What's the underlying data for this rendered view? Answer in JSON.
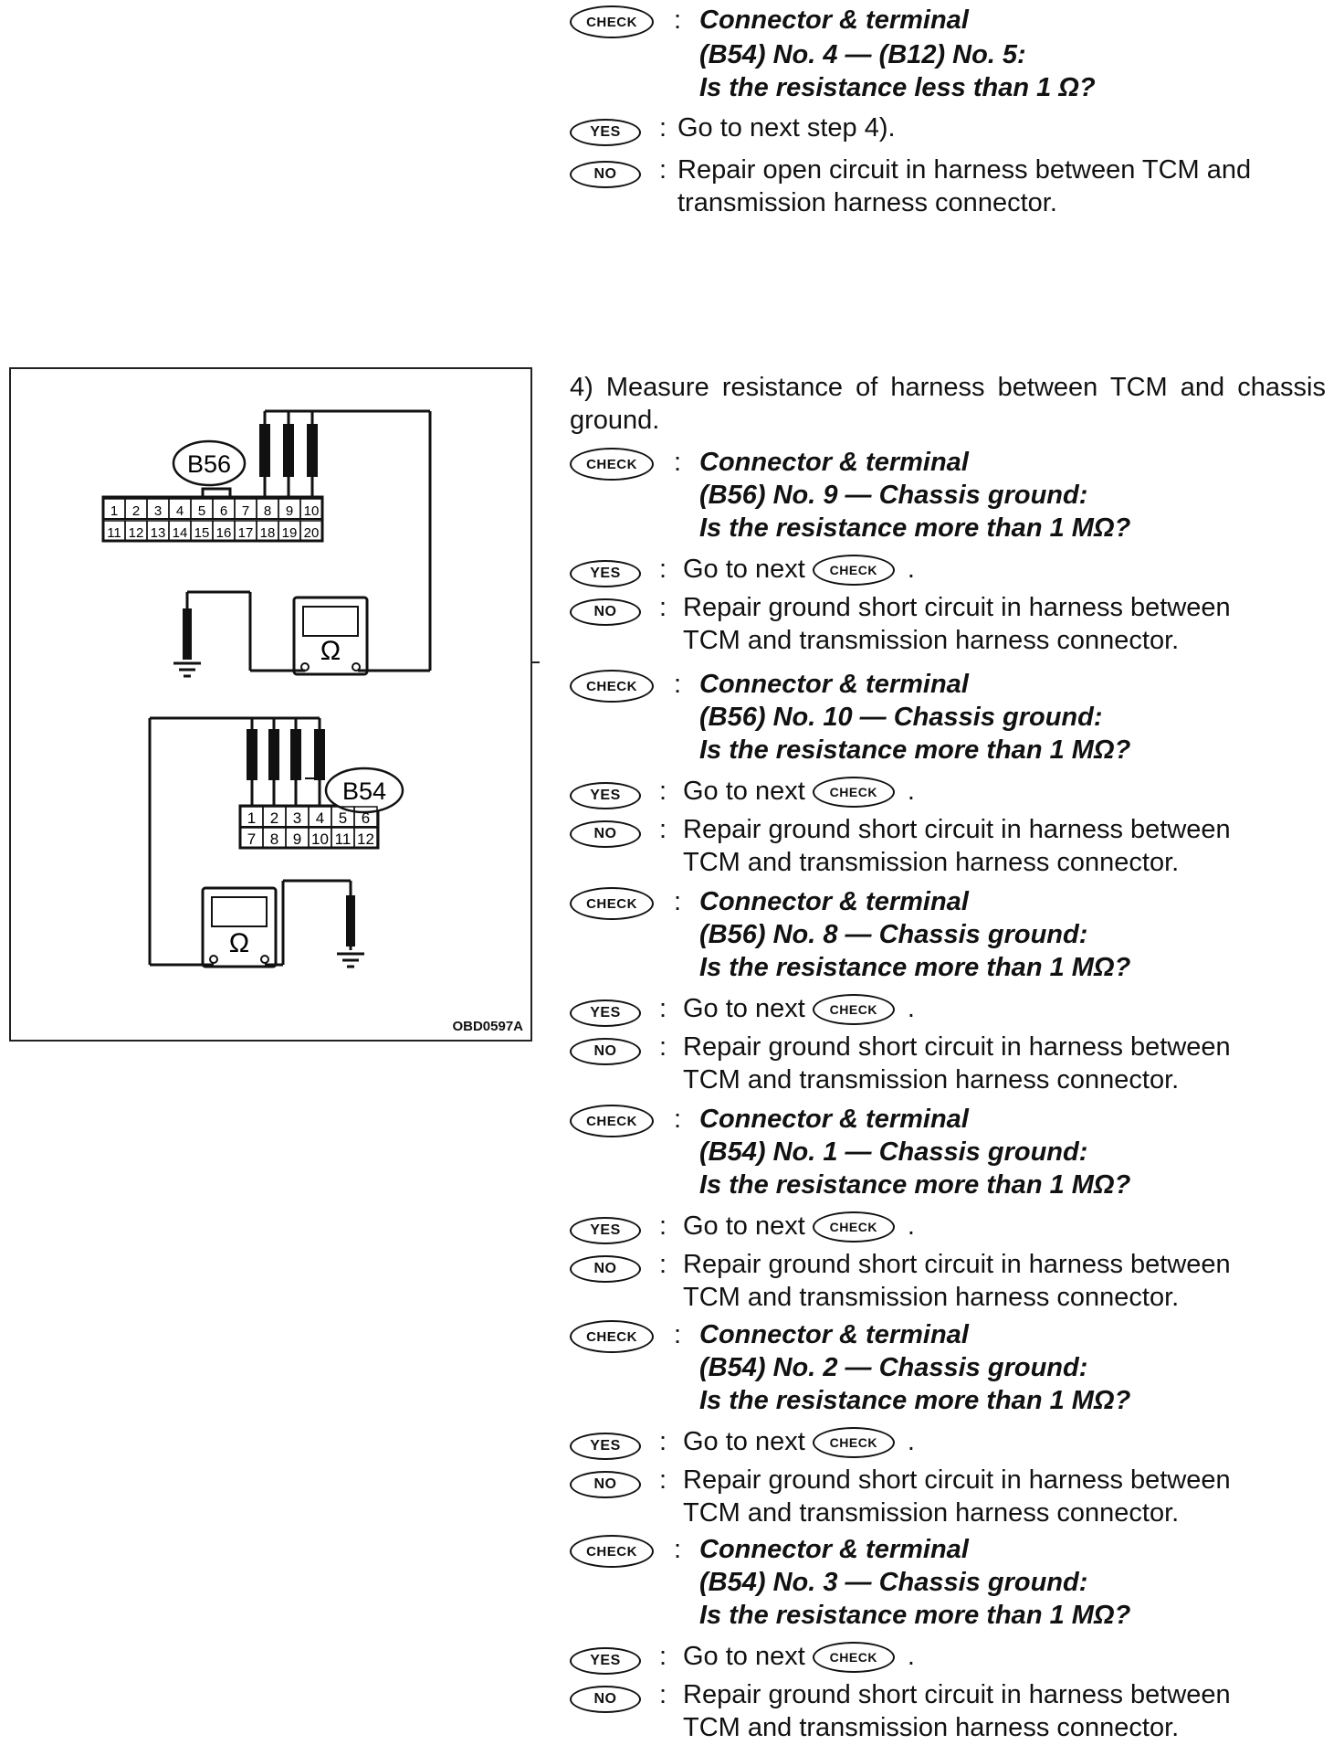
{
  "badges": {
    "check": "CHECK",
    "yes": "YES",
    "no": "NO"
  },
  "colon": ":",
  "top": {
    "check_lines": [
      "Connector & terminal",
      "(B54) No. 4 — (B12) No. 5:",
      "Is the resistance less than 1 Ω?"
    ],
    "yes_text": "Go to next step 4).",
    "no_lines": [
      "Repair open circuit in harness between TCM and",
      "transmission harness connector."
    ]
  },
  "step4": {
    "intro": "4) Measure resistance of harness between TCM and chassis ground.",
    "checks": [
      {
        "lines": [
          "Connector & terminal",
          "(B56) No. 9 — Chassis ground:",
          "Is the resistance more than 1 MΩ?"
        ],
        "yes": "Go to next",
        "no": [
          "Repair ground short circuit in harness between",
          "TCM and transmission harness connector."
        ]
      },
      {
        "lines": [
          "Connector & terminal",
          "(B56) No. 10 — Chassis ground:",
          "Is the resistance more than 1 MΩ?"
        ],
        "yes": "Go to next",
        "no": [
          "Repair ground short circuit in harness between",
          "TCM and transmission harness connector."
        ]
      },
      {
        "lines": [
          "Connector & terminal",
          "(B56) No. 8 — Chassis ground:",
          "Is the resistance more than 1 MΩ?"
        ],
        "yes": "Go to next",
        "no": [
          "Repair ground short circuit in harness between",
          "TCM and transmission harness connector."
        ]
      },
      {
        "lines": [
          "Connector & terminal",
          "(B54) No. 1 — Chassis ground:",
          "Is the resistance more than 1 MΩ?"
        ],
        "yes": "Go to next",
        "no": [
          "Repair ground short circuit in harness between",
          "TCM and transmission harness connector."
        ]
      },
      {
        "lines": [
          "Connector & terminal",
          "(B54) No. 2 — Chassis ground:",
          "Is the resistance more than 1 MΩ?"
        ],
        "yes": "Go to next",
        "no": [
          "Repair ground short circuit in harness between",
          "TCM and transmission harness connector."
        ]
      },
      {
        "lines": [
          "Connector & terminal",
          "(B54) No. 3 — Chassis ground:",
          "Is the resistance more than 1 MΩ?"
        ],
        "yes": "Go to next",
        "no": [
          "Repair ground short circuit in harness between",
          "TCM and transmission harness connector."
        ]
      }
    ],
    "trailing_dot": "."
  },
  "figure": {
    "code": "OBD0597A",
    "b56_label": "B56",
    "b54_label": "B54",
    "ohm": "Ω",
    "b56_top": [
      "1",
      "2",
      "3",
      "4",
      "5",
      "6",
      "7",
      "8",
      "9",
      "10"
    ],
    "b56_bottom": [
      "11",
      "12",
      "13",
      "14",
      "15",
      "16",
      "17",
      "18",
      "19",
      "20"
    ],
    "b54_top": [
      "1",
      "2",
      "3",
      "4",
      "5",
      "6"
    ],
    "b54_bottom": [
      "7",
      "8",
      "9",
      "10",
      "11",
      "12"
    ]
  }
}
